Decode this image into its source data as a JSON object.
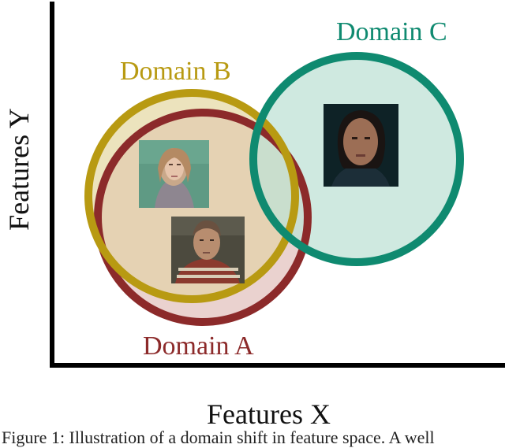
{
  "labels": {
    "domain_a": "Domain A",
    "domain_b": "Domain B",
    "domain_c": "Domain C",
    "x_axis": "Features X",
    "y_axis": "Features Y"
  },
  "caption": "Figure 1: Illustration of a domain shift in feature space. A well",
  "colors": {
    "domain_a": "#8c2a2a",
    "domain_b": "#b89a12",
    "domain_c": "#0f8a70",
    "domain_a_fill": "#ead2cf",
    "domain_b_fill": "#ece3bd",
    "domain_c_fill": "#cce8df",
    "axis": "#000000"
  },
  "faces": [
    {
      "name": "face-photo-woman-blonde",
      "domain": "B"
    },
    {
      "name": "face-photo-man",
      "domain": "A"
    },
    {
      "name": "face-photo-woman-dark-hair",
      "domain": "C"
    }
  ]
}
